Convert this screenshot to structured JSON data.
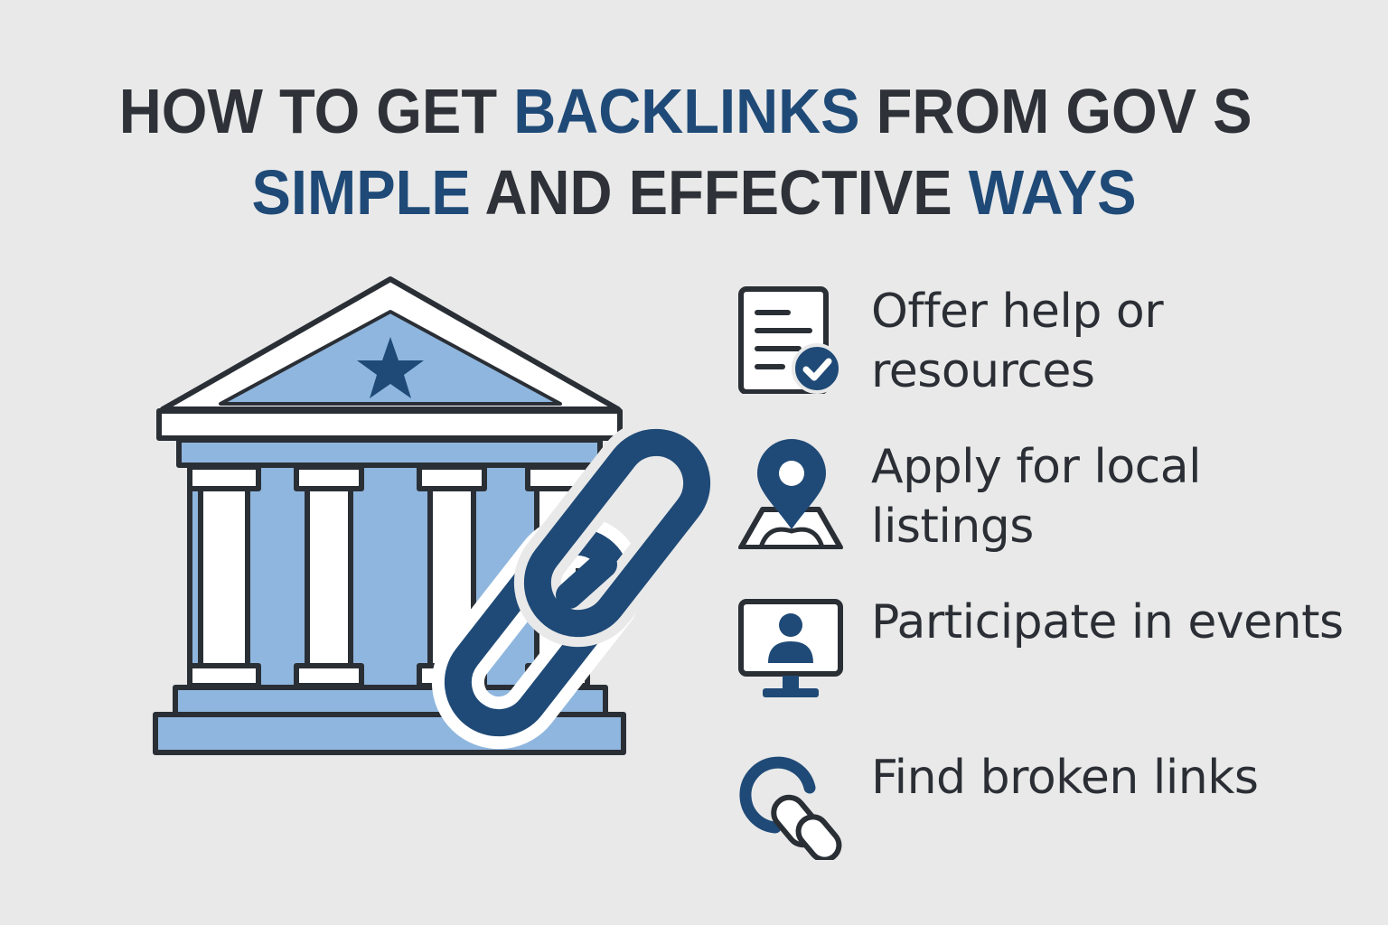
{
  "title": {
    "line1_part1": "HOW TO GET ",
    "line1_part2": "BACKLINKS",
    "line1_part3": " FROM GOV S",
    "line2_part1": "SIMPLE",
    "line2_part2": " AND EFFECTIVE ",
    "line2_part3": "WAYS"
  },
  "steps": [
    {
      "icon": "document-check-icon",
      "text": "Offer help or resources"
    },
    {
      "icon": "location-pin-icon",
      "text": "Apply for local listings"
    },
    {
      "icon": "monitor-user-icon",
      "text": "Participate in events"
    },
    {
      "icon": "broken-link-icon",
      "text": "Find broken links"
    }
  ],
  "colors": {
    "background": "#e9e9e9",
    "navy": "#1f4a77",
    "dark_text": "#2e3238",
    "light_blue": "#8fb6de",
    "outline": "#2a2f36"
  }
}
